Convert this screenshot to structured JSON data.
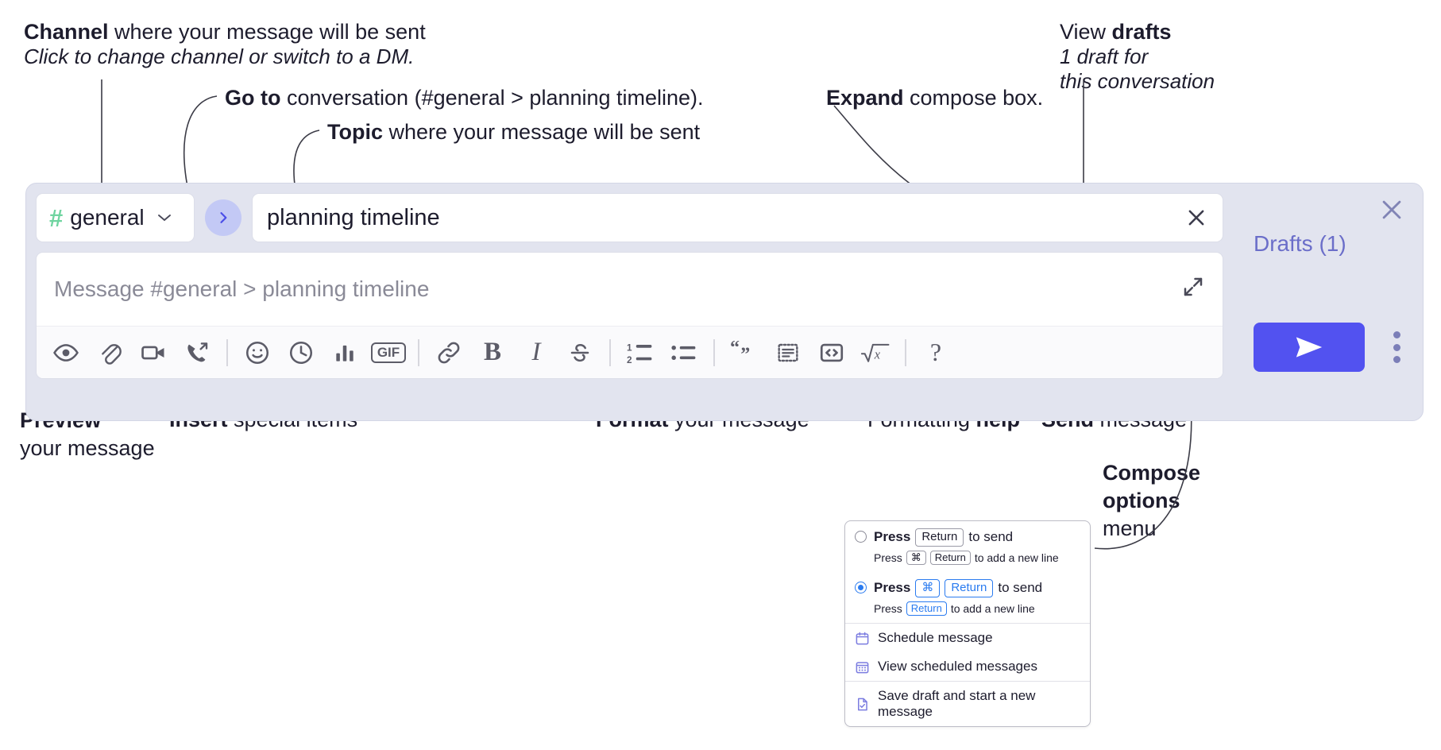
{
  "annotations": {
    "channel": {
      "bold": "Channel",
      "rest": " where your message will be sent",
      "sub": "Click to change channel or switch to a DM."
    },
    "goto": {
      "bold": "Go to",
      "rest": " conversation (#general > planning timeline)."
    },
    "topic": {
      "bold": "Topic",
      "rest": " where your message will be sent"
    },
    "expand": {
      "bold": "Expand",
      "rest": " compose box."
    },
    "drafts": {
      "line1_normal": "View ",
      "line1_bold": "drafts",
      "line2": "1 draft for",
      "line3": "this conversation"
    },
    "preview": {
      "bold": "Preview",
      "rest": "your message"
    },
    "insert": {
      "bold": "Insert",
      "rest": " special items"
    },
    "format": {
      "bold": "Format",
      "rest": " your message"
    },
    "help": {
      "normal": "Formatting ",
      "bold": "help"
    },
    "send": {
      "bold": "Send",
      "rest": " message"
    },
    "compose_options": {
      "bold1": "Compose",
      "bold2": "options",
      "rest": "menu"
    }
  },
  "compose": {
    "channel_button": {
      "hash": "#",
      "name": "general",
      "chevron": "⌄"
    },
    "goto_button": {
      "icon": "chevron-right-icon"
    },
    "topic_field": {
      "value": "planning timeline",
      "close_icon": "close-icon"
    },
    "message_input": {
      "placeholder": "Message #general > planning timeline",
      "value": ""
    },
    "expand_icon": "expand-icon",
    "close_icon": "close-icon",
    "drafts_link": "Drafts (1)",
    "send_button": {
      "icon": "send-paper-plane-icon"
    },
    "kebab_button": {
      "icon": "vertical-dots-icon"
    },
    "toolbar": [
      {
        "name": "preview-icon",
        "label": "Preview"
      },
      {
        "name": "attachment-icon",
        "label": "Attach file"
      },
      {
        "name": "video-icon",
        "label": "Video clip"
      },
      {
        "name": "audio-call-icon",
        "label": "Audio clip"
      },
      {
        "name": "divider",
        "label": ""
      },
      {
        "name": "emoji-icon",
        "label": "Emoji"
      },
      {
        "name": "clock-icon",
        "label": "Reminder"
      },
      {
        "name": "poll-icon",
        "label": "Poll"
      },
      {
        "name": "gif-icon",
        "label": "GIF"
      },
      {
        "name": "divider",
        "label": ""
      },
      {
        "name": "link-icon",
        "label": "Link"
      },
      {
        "name": "bold-icon",
        "label": "B"
      },
      {
        "name": "italic-icon",
        "label": "I"
      },
      {
        "name": "strikethrough-icon",
        "label": "Strikethrough"
      },
      {
        "name": "divider",
        "label": ""
      },
      {
        "name": "ordered-list-icon",
        "label": "Ordered list"
      },
      {
        "name": "bulleted-list-icon",
        "label": "Bulleted list"
      },
      {
        "name": "divider",
        "label": ""
      },
      {
        "name": "blockquote-icon",
        "label": "Blockquote"
      },
      {
        "name": "code-block-icon",
        "label": "Code block"
      },
      {
        "name": "code-icon",
        "label": "Code"
      },
      {
        "name": "latex-icon",
        "label": "LaTeX"
      },
      {
        "name": "divider",
        "label": ""
      },
      {
        "name": "help-icon",
        "label": "?"
      }
    ]
  },
  "popup": {
    "option1": {
      "press": "Press",
      "key": "Return",
      "tail": "to send",
      "sub_press": "Press",
      "sub_key1": "⌘",
      "sub_key2": "Return",
      "sub_tail": "to add a new line",
      "selected": false
    },
    "option2": {
      "press": "Press",
      "key1": "⌘",
      "key2": "Return",
      "tail": "to send",
      "sub_press": "Press",
      "sub_key": "Return",
      "sub_tail": "to add a new line",
      "selected": true
    },
    "items": [
      {
        "icon": "calendar-icon",
        "label": "Schedule message"
      },
      {
        "icon": "calendar-grid-icon",
        "label": "View scheduled messages"
      },
      {
        "icon": "save-draft-icon",
        "label": "Save draft and start a new message"
      }
    ]
  },
  "colors": {
    "compose_bg": "#e2e4ef",
    "send_purple": "#5252f0",
    "drafts_purple": "#6b6ec9",
    "hash_green": "#6fd4a0",
    "goto_circle": "#c3c9f5",
    "accent_blue": "#2a7bf0",
    "menu_icon_purple": "#7b7ce0"
  }
}
